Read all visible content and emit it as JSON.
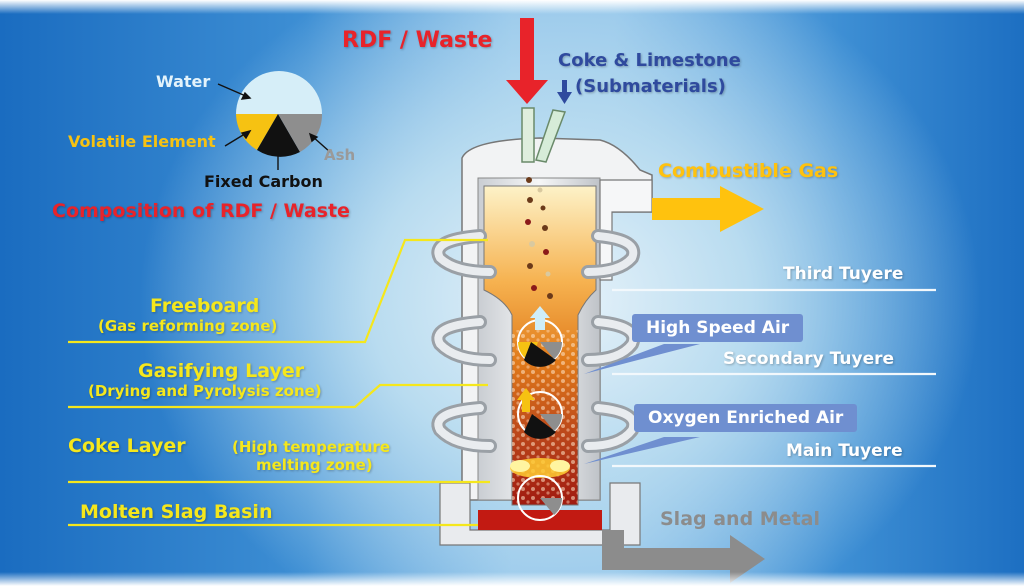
{
  "title": {
    "feed_rdf": "RDF / Waste",
    "feed_coke_1": "Coke & Limestone",
    "feed_coke_2": "(Submaterials)",
    "gas_out": "Combustible Gas",
    "slag_out": "Slag and Metal"
  },
  "composition": {
    "title": "Composition of RDF / Waste",
    "labels": {
      "water": "Water",
      "volatile": "Volatile Element",
      "fixed_carbon": "Fixed Carbon",
      "ash": "Ash"
    }
  },
  "zones_left": [
    {
      "name": "Freeboard",
      "sub": "(Gas reforming zone)"
    },
    {
      "name": "Gasifying Layer",
      "sub": "(Drying and Pyrolysis zone)"
    },
    {
      "name": "Coke Layer",
      "sub_1": "(High temperature",
      "sub_2": "melting zone)"
    },
    {
      "name": "Molten Slag Basin"
    }
  ],
  "tuyeres_right": [
    {
      "label": "Third Tuyere"
    },
    {
      "label": "Secondary Tuyere",
      "callout": "High Speed Air"
    },
    {
      "label": "Main Tuyere",
      "callout": "Oxygen Enriched Air"
    }
  ],
  "colors": {
    "rdf_red": "#e8232a",
    "coke_blue": "#2f4a9e",
    "zone_yellow": "#f5e71c",
    "gas_yellow": "#ffc20e",
    "slag_gray": "#8c8c8c",
    "water": "#d6eef8",
    "volatile": "#f6c212",
    "carbon": "#111111",
    "ash": "#8e8e8e"
  }
}
